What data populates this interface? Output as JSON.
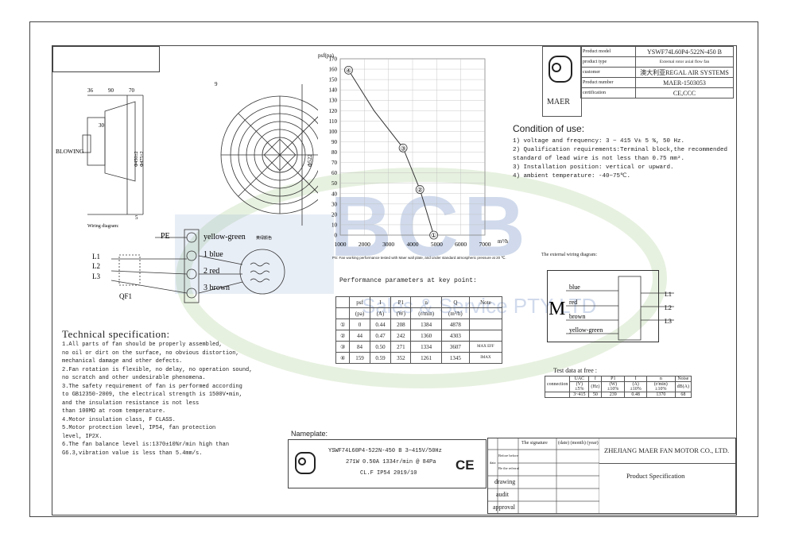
{
  "header_table": [
    {
      "label": "Product model",
      "value": "YSWF74L60P4-522N-450 B"
    },
    {
      "label": "product type",
      "value": "External rotor axial flow fan"
    },
    {
      "label": "customer",
      "value": "澳大利亚REGAL AIR SYSTEMS"
    },
    {
      "label": "Product number",
      "value": "MAER-1503053"
    },
    {
      "label": "certification",
      "value": "CE,CCC"
    }
  ],
  "logo_text": "MAER",
  "drawing": {
    "dims": [
      "36",
      "90",
      "70",
      "9",
      "30",
      "5",
      "Φ450±2",
      "Φ475±2",
      "Φ522"
    ],
    "blowing": "BLOWING",
    "wiring_label": "Wiring diagram:"
  },
  "wiring": {
    "pe": "PE",
    "lines": [
      "L1",
      "L2",
      "L3"
    ],
    "qf": "QF1",
    "wires": [
      "yellow-green",
      "1 blue",
      "2 red",
      "3 brown"
    ],
    "yg_cn": "黄绿颜色"
  },
  "chart_data": {
    "type": "line",
    "ylabel": "psf(pa)",
    "xlabel": "m³/h",
    "xlim": [
      1000,
      7000
    ],
    "ylim": [
      0,
      170
    ],
    "xticks": [
      "1000",
      "2000",
      "3000",
      "4000",
      "5000",
      "6000",
      "7000"
    ],
    "yticks": [
      "0",
      "10",
      "20",
      "30",
      "40",
      "50",
      "60",
      "70",
      "80",
      "90",
      "100",
      "110",
      "120",
      "130",
      "140",
      "150",
      "160",
      "170"
    ],
    "series": [
      {
        "x": [
          1345,
          2400,
          3607,
          4303,
          4878
        ],
        "y": [
          159,
          120,
          84,
          44,
          0
        ]
      }
    ],
    "points": [
      {
        "label": "④",
        "x": 1345,
        "y": 159
      },
      {
        "label": "③",
        "x": 3607,
        "y": 84
      },
      {
        "label": "②",
        "x": 4303,
        "y": 44
      },
      {
        "label": "①",
        "x": 4878,
        "y": 0
      }
    ],
    "note": "PS: Fan working performance tested with Maer wall plate, and under standard atmospheric pressure at 20 ℃."
  },
  "perf": {
    "title": "Performance parameters at key point:",
    "head1": [
      "",
      "psf",
      "I",
      "P1",
      "n",
      "Q",
      "Note"
    ],
    "head2": [
      "",
      "(pa)",
      "(A)",
      "(W)",
      "(r/min)",
      "(m³/h)",
      ""
    ],
    "rows": [
      [
        "①",
        "0",
        "0.44",
        "208",
        "1384",
        "4878",
        ""
      ],
      [
        "②",
        "44",
        "0.47",
        "242",
        "1360",
        "4303",
        ""
      ],
      [
        "③",
        "84",
        "0.50",
        "271",
        "1334",
        "3607",
        "MAX EFF"
      ],
      [
        "④",
        "159",
        "0.59",
        "352",
        "1261",
        "1345",
        "IMAX"
      ]
    ]
  },
  "condition": {
    "title": "Condition of use:",
    "lines": [
      "1) voltage and frequency: 3 ~ 415 V± 5 %, 50 Hz.",
      "2) Qualification requirements:Terminal block,the recommended",
      "standard of lead wire is not less than 0.75 mm².",
      "3) Installation position: vertical or upward.",
      "4) ambient temperature: -40~75℃."
    ]
  },
  "ext_wiring": {
    "title": "The external wiring diagram:",
    "m": "M",
    "wires": [
      "blue",
      "red",
      "brown",
      "yellow-green"
    ],
    "lines": [
      "L1",
      "L2",
      "L3"
    ]
  },
  "test": {
    "title": "Test data at free :",
    "head1": [
      "connection",
      "UAC",
      "f",
      "P1",
      "I",
      "n",
      "Noise"
    ],
    "head2": [
      "",
      "(V)±5%",
      "(Hz)",
      "(W) ±10%",
      "(A) ±10%",
      "(r/min) ±10%",
      "dB(A)"
    ],
    "row": [
      "",
      "3~415",
      "50",
      "239",
      "0.48",
      "1370",
      "68"
    ]
  },
  "tech": {
    "title": "Technical specification:",
    "lines": [
      "1.All parts of fan should be properly assembled,",
      "  no oil or dirt on the surface, no obvious distortion,",
      "  mechanical damage and other defects.",
      "2.Fan rotation is flexible, no delay, no operation sound,",
      "  no scratch and other undesirable phenomena.",
      "3.The safety requirement of fan is performed according",
      "  to GB12350-2009, the electrical strength is 1500V•min,",
      "  and the insulation resistance is not less",
      "  than 100MΩ at room temperature.",
      "4.Motor insulation class, F CLASS.",
      "5.Motor protection level, IP54, fan protection",
      "  level, IP2X.",
      "6.The fan balance level is:1370±10%r/min high than",
      "  G6.3,vibration value is less than 5.4mm/s."
    ]
  },
  "nameplate": {
    "title": "Nameplate:",
    "lines": [
      "YSWF74L60P4-522N-450 B  3~415V/50Hz",
      "271W  0.50A  1334r/min @  84Pa",
      "CL.F IP54  2019/10"
    ],
    "ce": "CE"
  },
  "titleblock": {
    "cols": [
      "The signature",
      "(date) (month) (year)"
    ],
    "rows": [
      "drawing",
      "audit",
      "approval"
    ],
    "side": [
      "Before before",
      "Be the referral"
    ],
    "date": "data",
    "company": "ZHEJIANG MAER FAN MOTOR CO., LTD.",
    "doc": "Product Specification"
  },
  "watermark": {
    "big": "BCB",
    "sub": "Sales & Service PTY LTD"
  }
}
